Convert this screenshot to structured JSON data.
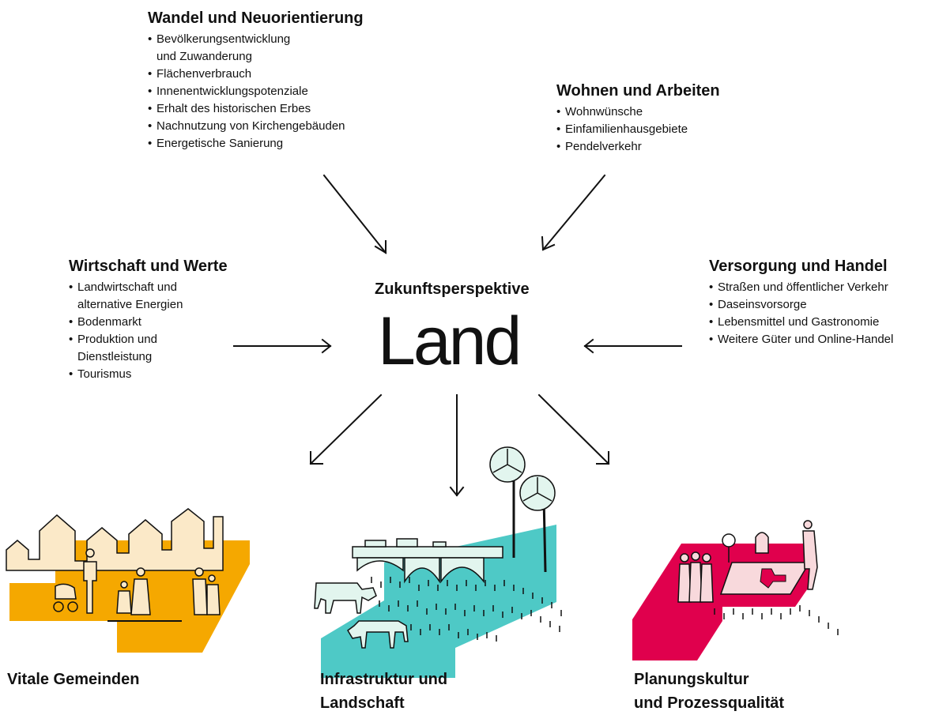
{
  "center": {
    "subtitle": "Zukunftsperspektive",
    "title": "Land"
  },
  "topics": {
    "wandel": {
      "heading": "Wandel und Neuorientierung",
      "items": [
        "Bevölkerungsentwicklung",
        "und Zuwanderung",
        "Flächenverbrauch",
        "Innenentwicklungspotenziale",
        "Erhalt des historischen Erbes",
        "Nachnutzung von Kirchengebäuden",
        "Energetische Sanierung"
      ]
    },
    "wohnen": {
      "heading": "Wohnen und Arbeiten",
      "items": [
        "Wohnwünsche",
        "Einfamilienhausgebiete",
        "Pendelverkehr"
      ]
    },
    "wirtschaft": {
      "heading": "Wirtschaft und Werte",
      "items": [
        "Landwirtschaft und",
        "alternative Energien",
        "Bodenmarkt",
        "Produktion und",
        "Dienstleistung",
        "Tourismus"
      ]
    },
    "versorgung": {
      "heading": "Versorgung und Handel",
      "items": [
        "Straßen und öffentlicher Verkehr",
        "Daseinsvorsorge",
        "Lebensmittel und Gastronomie",
        "Weitere Güter und Online-Handel"
      ]
    }
  },
  "outcomes": [
    {
      "line1": "Vitale Gemeinden",
      "line2": ""
    },
    {
      "line1": "Infrastruktur und",
      "line2": "Landschaft"
    },
    {
      "line1": "Planungskultur",
      "line2": "und Prozessqualität"
    }
  ],
  "colors": {
    "orange": "#f5a800",
    "cream": "#fbe9c8",
    "teal": "#4ec9c6",
    "mint": "#e2f5ee",
    "magenta": "#e0004d",
    "pink": "#f8d9dc",
    "ink": "#111111"
  }
}
